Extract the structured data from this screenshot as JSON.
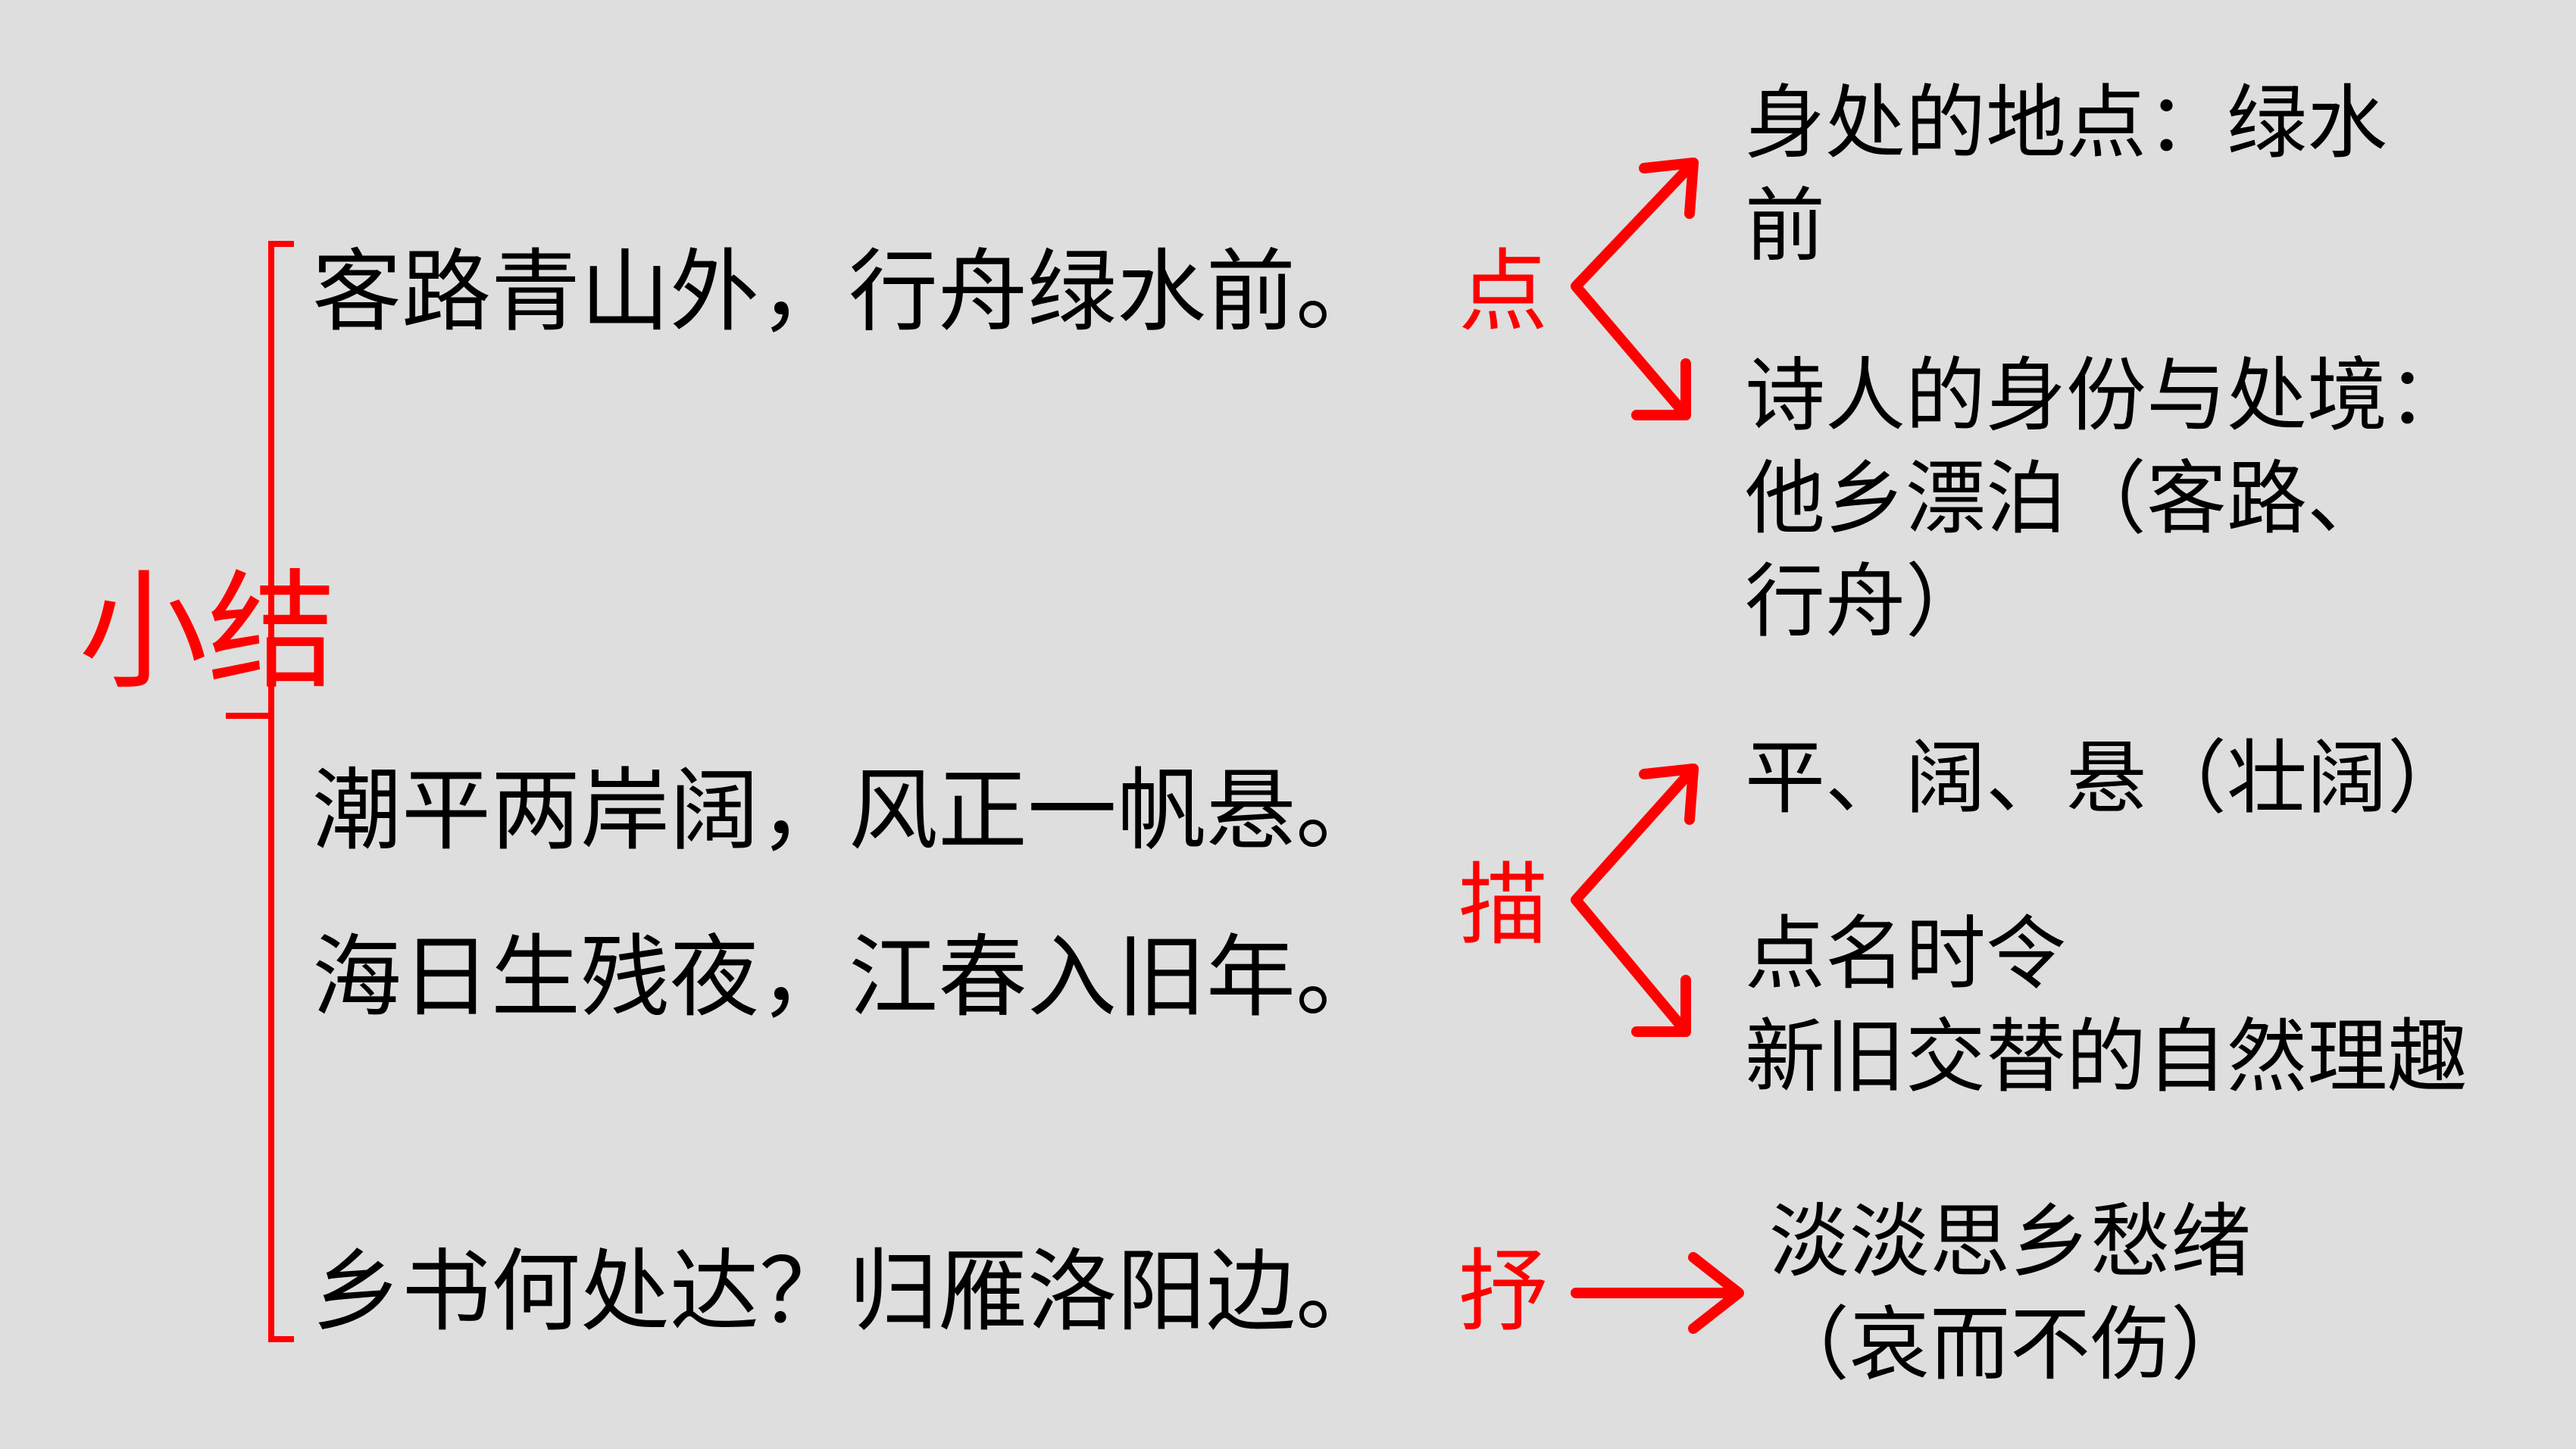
{
  "title": "小结",
  "lines": [
    "客路青山外，行舟绿水前。",
    "潮平两岸阔，风正一帆悬。",
    "海日生残夜，江春入旧年。",
    "乡书何处达？归雁洛阳边。"
  ],
  "marks": {
    "dian": "点",
    "miao": "描",
    "shu": "抒"
  },
  "notes": {
    "location_1": "身处的地点：绿水",
    "location_2": "前",
    "identity_1": "诗人的身份与处境：",
    "identity_2": "他乡漂泊（客路、",
    "identity_3": "行舟）",
    "scene": "平、阔、悬（壮阔）",
    "season_1": "点名时令",
    "season_2": "新旧交替的自然理趣",
    "emotion_1": "淡淡思乡愁绪",
    "emotion_2": "（哀而不伤）"
  },
  "colors": {
    "background": "#dedede",
    "text": "#000000",
    "accent": "#ff0000"
  }
}
